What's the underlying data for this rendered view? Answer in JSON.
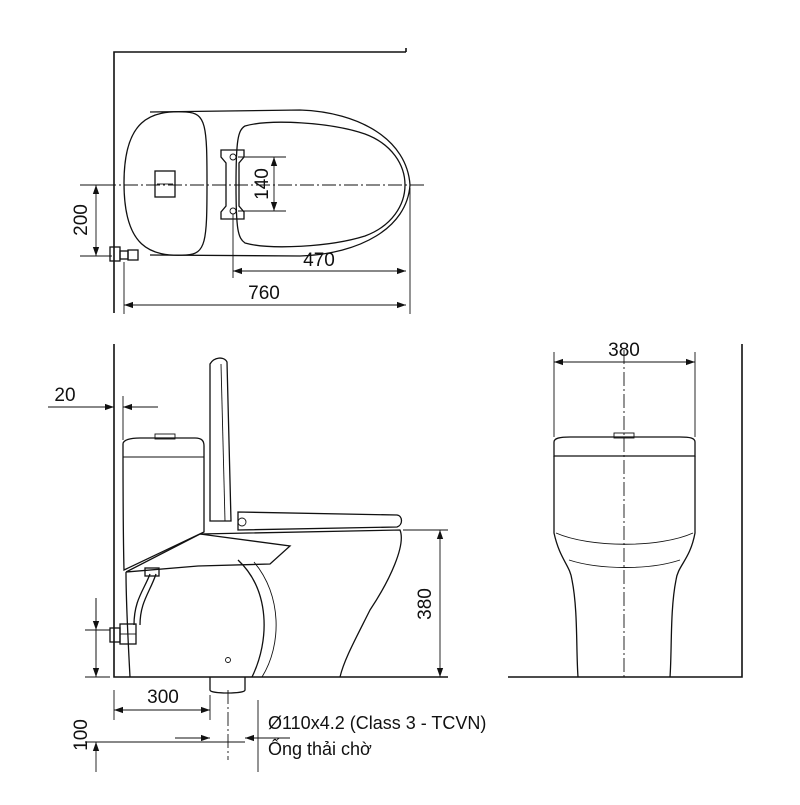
{
  "dimensions": {
    "top_width_760": "760",
    "top_seat_470": "470",
    "top_offset_200": "200",
    "top_hinge_140": "140",
    "side_gap_20": "20",
    "side_height_380": "380",
    "side_rough_in_300": "300",
    "side_floor_100": "100",
    "front_width_380": "380"
  },
  "notes": {
    "pipe_spec": "Ø110x4.2 (Class 3 - TCVN)",
    "pipe_label": "Ống thải chờ"
  },
  "colors": {
    "line": "#111111",
    "background": "#ffffff",
    "watermark": "#e9e9e9"
  }
}
